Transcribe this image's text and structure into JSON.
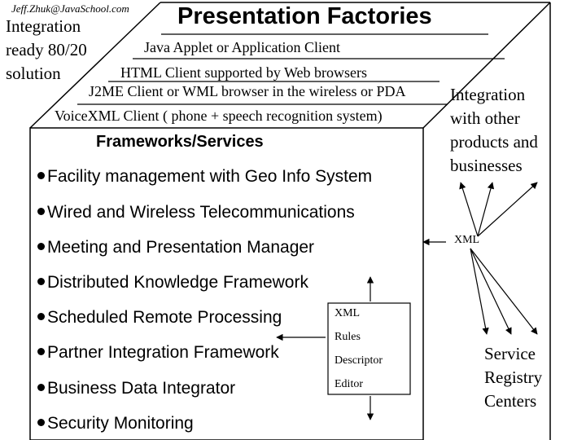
{
  "header": {
    "author": "Jeff.Zhuk@JavaSchool.com",
    "side_note": [
      "Integration",
      "ready 80/20",
      "solution"
    ],
    "title": "Presentation Factories"
  },
  "layers": [
    "Java Applet or Application Client",
    "HTML Client supported by Web browsers",
    "J2ME Client or WML browser in the wireless or PDA",
    "VoiceXML Client ( phone + speech recognition system)"
  ],
  "frameworks": {
    "title": "Frameworks/Services",
    "items": [
      "Facility management with Geo Info System",
      "Wired and Wireless Telecommunications",
      "Meeting and Presentation Manager",
      "Distributed Knowledge Framework",
      "Scheduled Remote Processing",
      "Partner Integration Framework",
      "Business Data Integrator",
      "Security Monitoring"
    ]
  },
  "rules_box": [
    "XML",
    "Rules",
    "Descriptor",
    "Editor"
  ],
  "integration": [
    "Integration",
    "with other",
    "products and",
    "businesses"
  ],
  "xml_label": "XML",
  "registry": [
    "Service",
    "Registry",
    "Centers"
  ]
}
